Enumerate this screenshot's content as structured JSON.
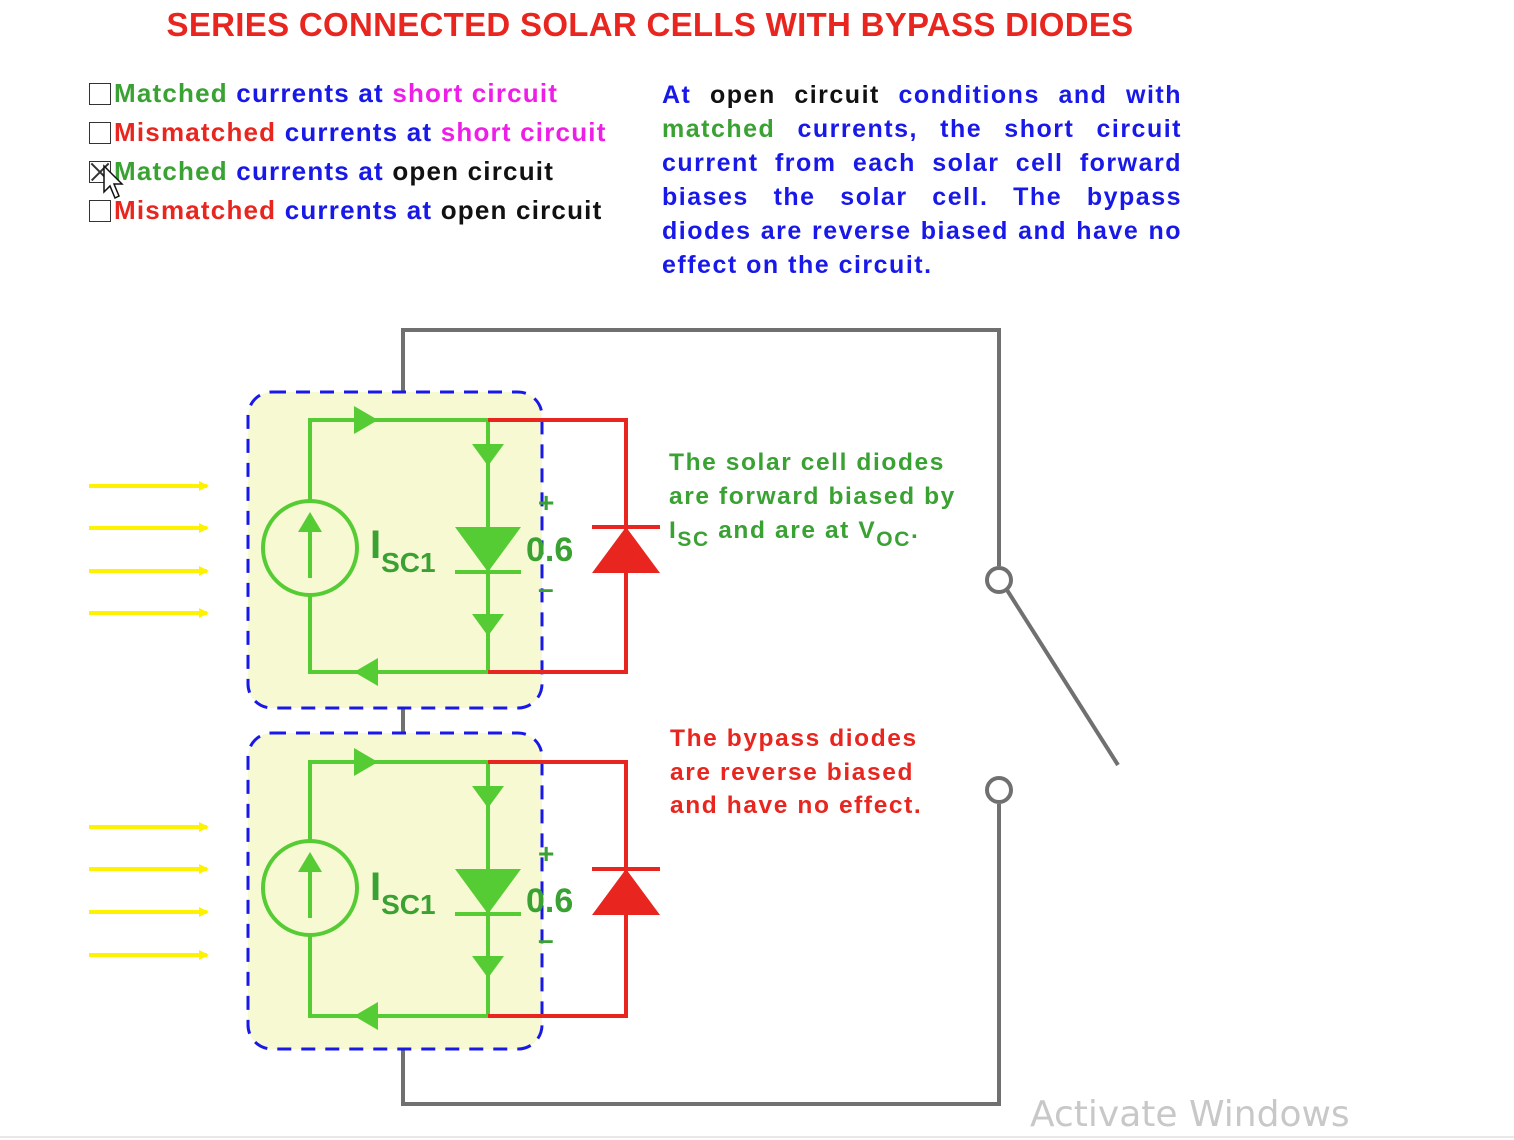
{
  "title": "SERIES CONNECTED SOLAR CELLS WITH BYPASS DIODES",
  "options": [
    {
      "checked": false,
      "parts": [
        {
          "text": "Matched",
          "color": "green"
        },
        {
          "text": " currents at ",
          "color": "blue"
        },
        {
          "text": "short circuit",
          "color": "pink"
        }
      ]
    },
    {
      "checked": false,
      "parts": [
        {
          "text": "Mismatched",
          "color": "red"
        },
        {
          "text": " currents at ",
          "color": "blue"
        },
        {
          "text": "short circuit",
          "color": "pink"
        }
      ]
    },
    {
      "checked": true,
      "parts": [
        {
          "text": "Matched",
          "color": "green"
        },
        {
          "text": " currents at ",
          "color": "blue"
        },
        {
          "text": "open circuit",
          "color": "black"
        }
      ]
    },
    {
      "checked": false,
      "parts": [
        {
          "text": "Mismatched",
          "color": "red"
        },
        {
          "text": " currents at ",
          "color": "blue"
        },
        {
          "text": "open circuit",
          "color": "black"
        }
      ]
    }
  ],
  "description": [
    {
      "text": "At ",
      "color": "blue"
    },
    {
      "text": "open circuit",
      "color": "black"
    },
    {
      "text": " conditions and with ",
      "color": "blue"
    },
    {
      "text": "matched",
      "color": "green"
    },
    {
      "text": " currents, the short circuit current from each solar cell forward biases the solar cell. The bypass diodes are reverse biased and have no effect on the circuit.",
      "color": "blue"
    }
  ],
  "cells": [
    {
      "label_main": "I",
      "label_sub": "SC1",
      "voltage": "0.6",
      "plus": "+",
      "minus": "–"
    },
    {
      "label_main": "I",
      "label_sub": "SC1",
      "voltage": "0.6",
      "plus": "+",
      "minus": "–"
    }
  ],
  "notes": {
    "solar_line1": "The solar cell diodes",
    "solar_line2": "are forward biased by",
    "solar_line3_a": "I",
    "solar_line3_sub1": "SC",
    "solar_line3_b": " and are at V",
    "solar_line3_sub2": "OC",
    "solar_line3_c": ".",
    "bypass_line1": "The bypass diodes",
    "bypass_line2": "are reverse biased",
    "bypass_line3": "and have no effect."
  },
  "watermark": "Activate Windows",
  "colors": {
    "green": "#3aa133",
    "circuit_green": "#55cc33",
    "blue": "#1818e8",
    "pink": "#ee1ee8",
    "red": "#e8261f",
    "black": "#111111",
    "wire_gray": "#707070",
    "panel_fill": "#f7f9d2",
    "light_arrow": "#fff200"
  }
}
